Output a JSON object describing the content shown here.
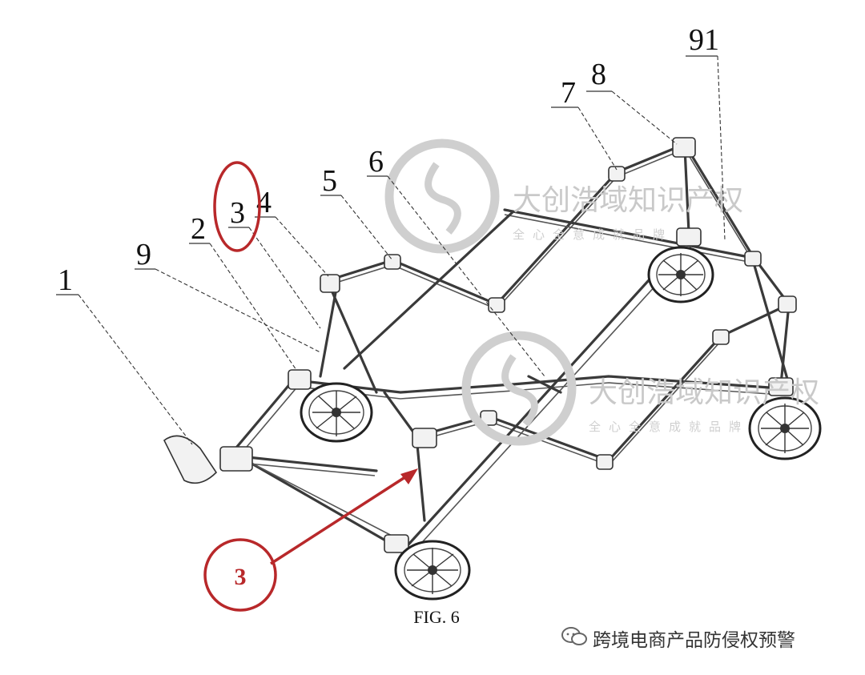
{
  "figure": {
    "caption": "FIG. 6",
    "labels": [
      "1",
      "2",
      "3",
      "4",
      "5",
      "6",
      "7",
      "8",
      "9",
      "91"
    ],
    "callout_label": "3"
  },
  "watermark": {
    "main_text": "大创浩域知识产权",
    "sub_text": "全心全意成就品牌"
  },
  "footer": {
    "text": "跨境电商产品防侵权预警"
  },
  "colors": {
    "annotation_red": "#b8282a",
    "line": "#333333",
    "watermark": "#c9c9c9"
  }
}
